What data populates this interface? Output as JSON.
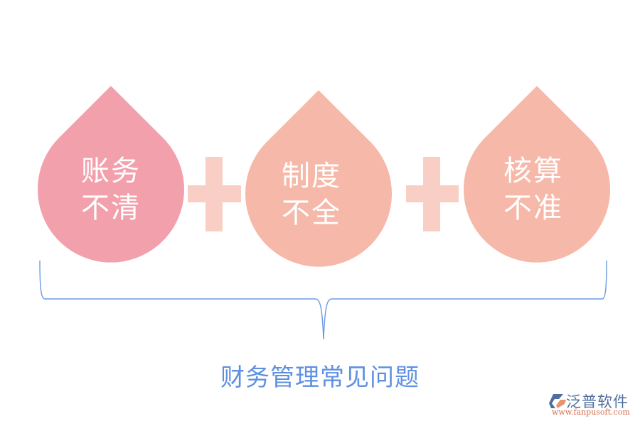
{
  "diagram": {
    "drops": [
      {
        "line1": "账务",
        "line2": "不清",
        "color": "#F2A0AC"
      },
      {
        "line1": "制度",
        "line2": "不全",
        "color": "#F6B8A8"
      },
      {
        "line1": "核算",
        "line2": "不准",
        "color": "#F6B8A8"
      }
    ],
    "operator": "+",
    "operator_color": "#F9CFC5",
    "bracket_color": "#6A9BE0",
    "title": "财务管理常见问题",
    "title_color": "#5E90E2"
  },
  "logo": {
    "name": "泛普软件",
    "url": "www.fanpusoft.com"
  }
}
